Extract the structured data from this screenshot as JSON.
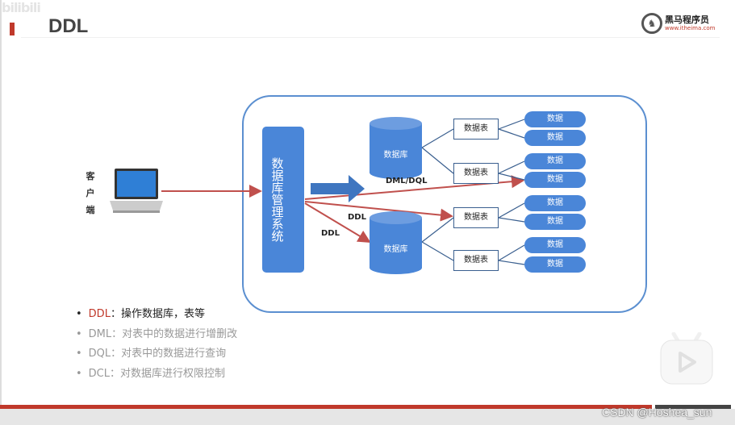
{
  "watermark": "bilibili",
  "slide": {
    "title": "DDL",
    "logo": {
      "name": "黑马程序员",
      "url": "www.itheima.com"
    }
  },
  "diagram": {
    "client": "客户端",
    "dbms": "数据库管理系统",
    "databases": [
      "数据库",
      "数据库"
    ],
    "tables": [
      "数据表",
      "数据表",
      "数据表",
      "数据表"
    ],
    "data": [
      "数据",
      "数据",
      "数据",
      "数据",
      "数据",
      "数据",
      "数据",
      "数据"
    ],
    "arrow_labels": {
      "dml_dql": "DML/DQL",
      "ddl1": "DDL",
      "ddl2": "DDL"
    }
  },
  "bullets": [
    {
      "key": "DDL",
      "text": "：操作数据库，表等"
    },
    {
      "key": "DML",
      "text": "：对表中的数据进行增删改"
    },
    {
      "key": "DQL",
      "text": "：对表中的数据进行查询"
    },
    {
      "key": "DCL",
      "text": "：对数据库进行权限控制"
    }
  ],
  "footer": {
    "credit": "CSDN @Hoshea_sun"
  },
  "colors": {
    "accent": "#c0392b",
    "blue": "#4a86d8"
  }
}
